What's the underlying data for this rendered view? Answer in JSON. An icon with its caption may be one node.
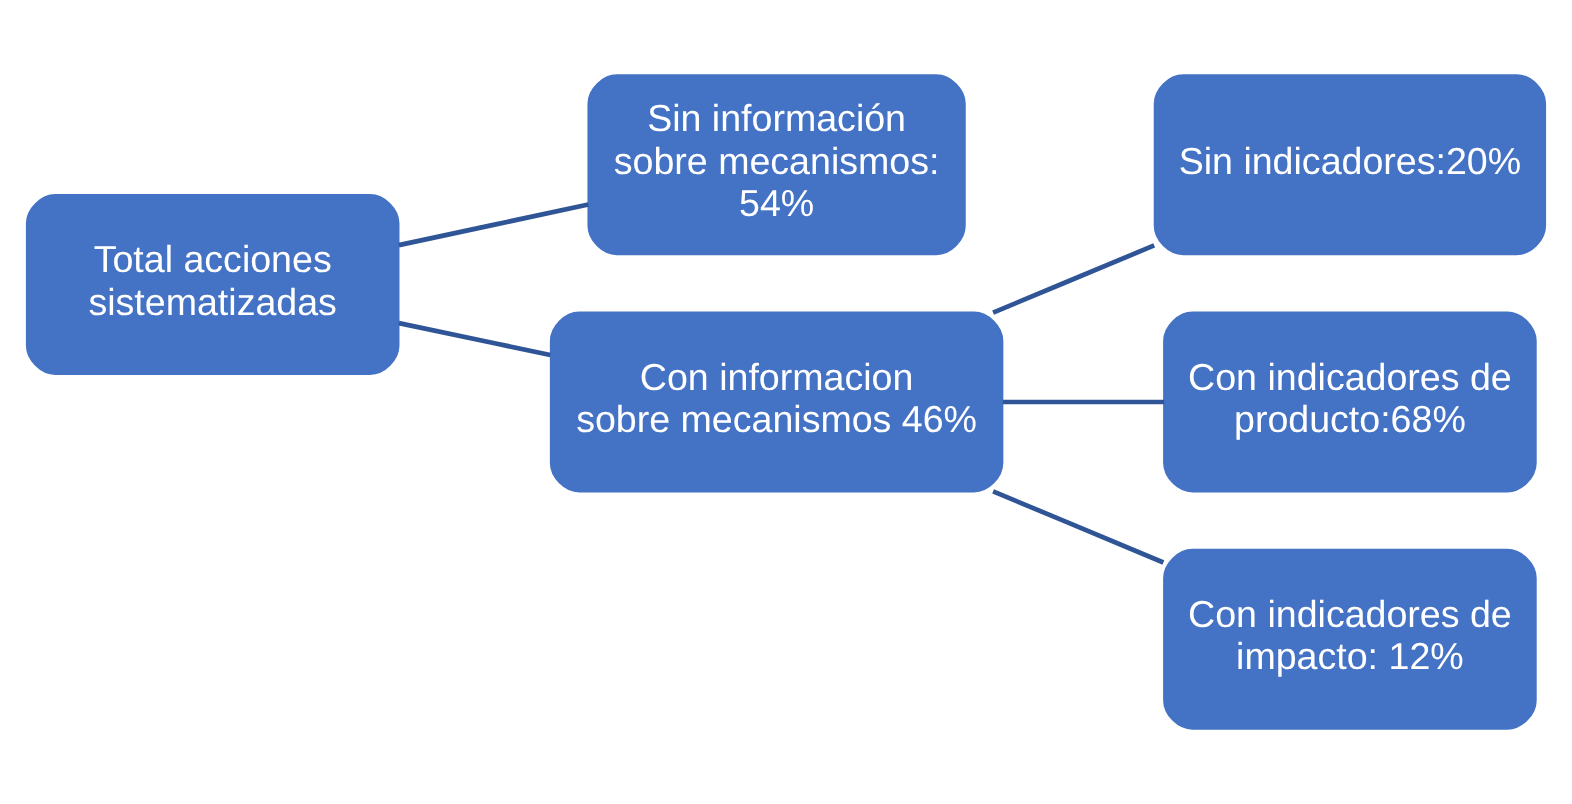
{
  "diagram": {
    "nodes": [
      {
        "text": [
          "Total acciones sistematizadas"
        ]
      },
      {
        "text": [
          "Sin información sobre mecanismos: 54%"
        ]
      },
      {
        "text": [
          "Con informacion sobre mecanismos 46%"
        ]
      },
      {
        "text": [
          "Sin indicadores:20%"
        ]
      },
      {
        "text": [
          "Con indicadores de producto:68%"
        ]
      },
      {
        "text": [
          "Con indicadores de impacto: 12%"
        ]
      }
    ],
    "edges": [
      {
        "from": 0,
        "to": 1,
        "arrow": "none"
      },
      {
        "from": 0,
        "to": 2,
        "arrow": "none"
      },
      {
        "from": 2,
        "to": 3,
        "arrow": "none"
      },
      {
        "from": 2,
        "to": 4,
        "arrow": "none"
      },
      {
        "from": 2,
        "to": 5,
        "arrow": "none"
      }
    ]
  }
}
